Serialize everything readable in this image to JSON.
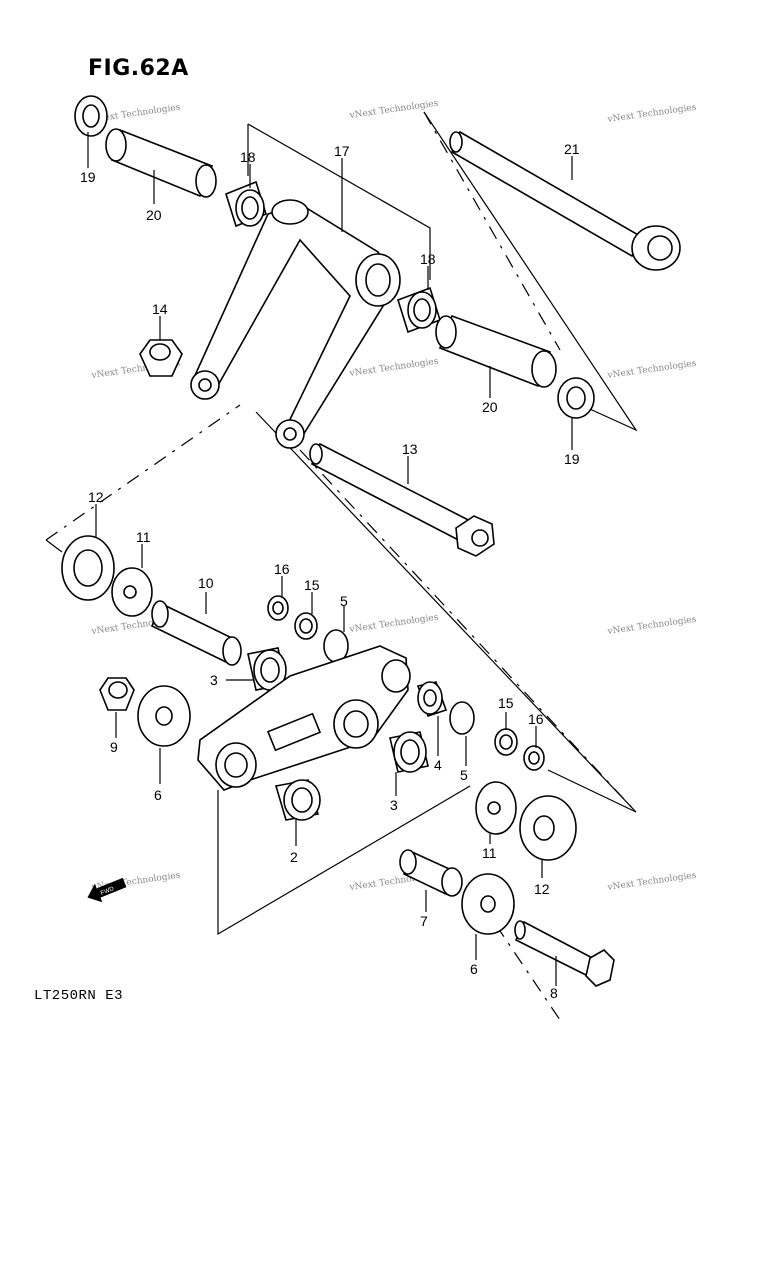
{
  "figure": {
    "title": "FIG.62A",
    "model": "LT250RN E3"
  },
  "watermark": "vNext Technologies",
  "front_arrow_label": "FWD",
  "callouts": [
    "19",
    "20",
    "18",
    "17",
    "21",
    "18",
    "14",
    "20",
    "19",
    "13",
    "12",
    "11",
    "10",
    "16",
    "15",
    "5",
    "3",
    "9",
    "6",
    "4",
    "15",
    "16",
    "5",
    "3",
    "2",
    "11",
    "12",
    "7",
    "6",
    "8"
  ]
}
